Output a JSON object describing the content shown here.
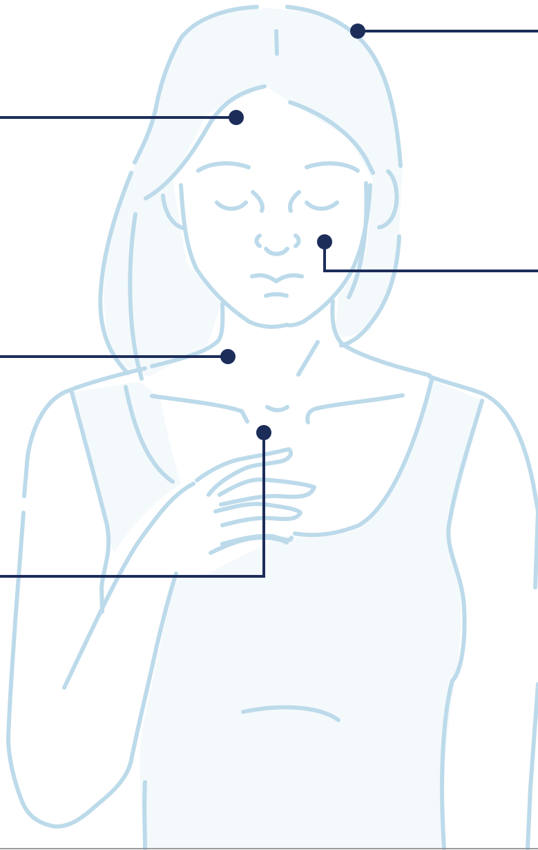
{
  "figure": {
    "subject": "woman-upper-body-line-illustration",
    "colors": {
      "outline": "#bcdaea",
      "fill": "#f4f9fc",
      "pointer": "#1c2d5a",
      "background": "#ffffff"
    }
  },
  "callouts": [
    {
      "id": "hair",
      "label": ""
    },
    {
      "id": "forehead",
      "label": ""
    },
    {
      "id": "cheek",
      "label": ""
    },
    {
      "id": "neck",
      "label": ""
    },
    {
      "id": "chest",
      "label": ""
    }
  ]
}
